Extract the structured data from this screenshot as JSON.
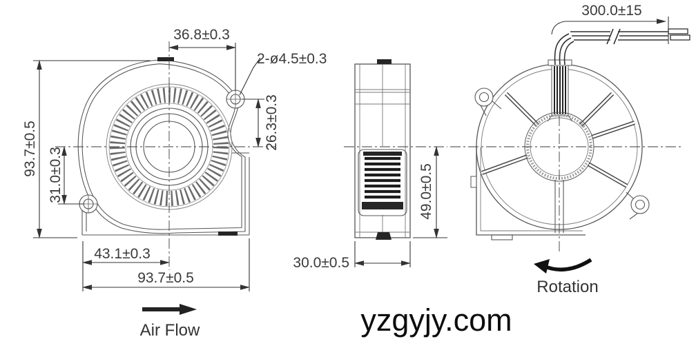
{
  "front_view": {
    "dim_top_width": "36.8±0.3",
    "dim_mounting_holes": "2-ø4.5±0.3",
    "dim_overall_height": "93.7±0.5",
    "dim_center_to_hole": "31.0±0.3",
    "dim_hole_to_center": "26.3±0.3",
    "dim_left_to_center": "43.1±0.3",
    "dim_overall_width": "93.7±0.5",
    "airflow_label": "Air Flow"
  },
  "side_view": {
    "dim_inlet_height": "49.0±0.5",
    "dim_thickness": "30.0±0.5"
  },
  "rear_view": {
    "dim_lead_wire_length": "300.0±15",
    "rotation_label": "Rotation"
  },
  "watermark": "yzgyjy.com",
  "colors": {
    "line": "#4a4a4a",
    "dim_text": "#3a3a3a",
    "dark_fill": "#262626",
    "wire": "#2e2e2e",
    "background": "#ffffff"
  }
}
